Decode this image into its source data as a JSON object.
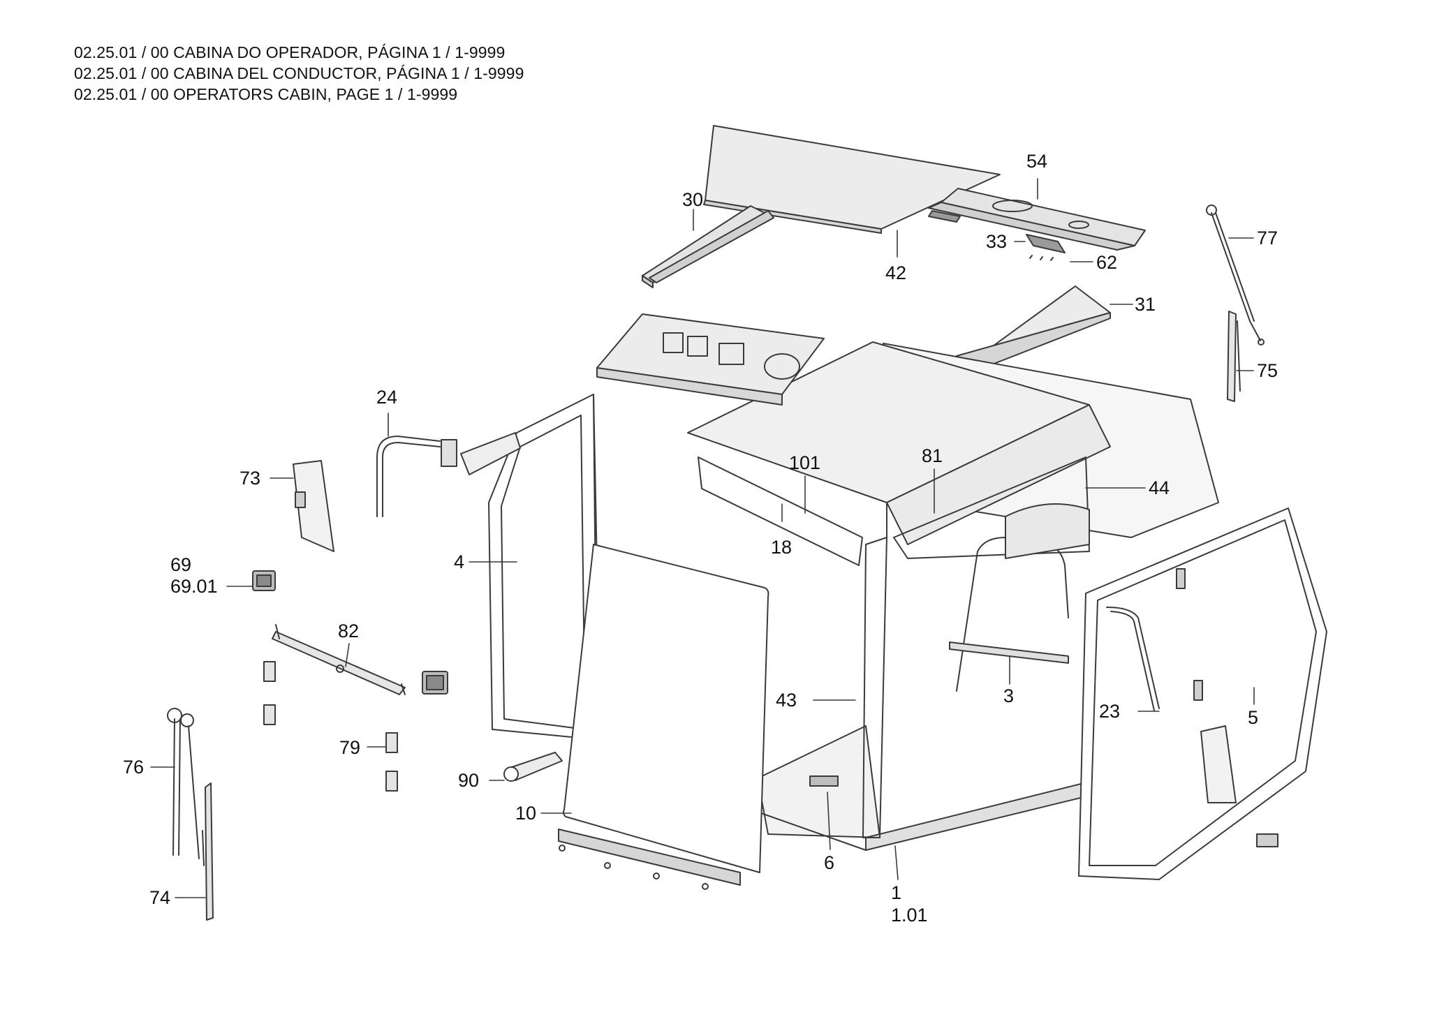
{
  "header": {
    "lines": [
      "02.25.01 / 00 CABINA DO OPERADOR, PÁGINA 1 / 1-9999",
      "02.25.01 / 00 CABINA DEL CONDUCTOR, PÁGINA 1 / 1-9999",
      "02.25.01 / 00 OPERATORS CABIN, PAGE 1 / 1-9999"
    ]
  },
  "callouts": {
    "c30": "30",
    "c54": "54",
    "c42": "42",
    "c33": "33",
    "c62": "62",
    "c77": "77",
    "c31": "31",
    "c75": "75",
    "c24": "24",
    "c73": "73",
    "c101": "101",
    "c81": "81",
    "c44": "44",
    "c18": "18",
    "c4": "4",
    "c69": "69",
    "c6901": "69.01",
    "c82": "82",
    "c3": "3",
    "c43": "43",
    "c23": "23",
    "c5": "5",
    "c79": "79",
    "c76": "76",
    "c90": "90",
    "c10": "10",
    "c6": "6",
    "c1": "1",
    "c101b": "1.01",
    "c74": "74"
  },
  "colors": {
    "line": "#3a3a3a",
    "panel": "#ececec",
    "panel_dark": "#d6d6d6"
  }
}
